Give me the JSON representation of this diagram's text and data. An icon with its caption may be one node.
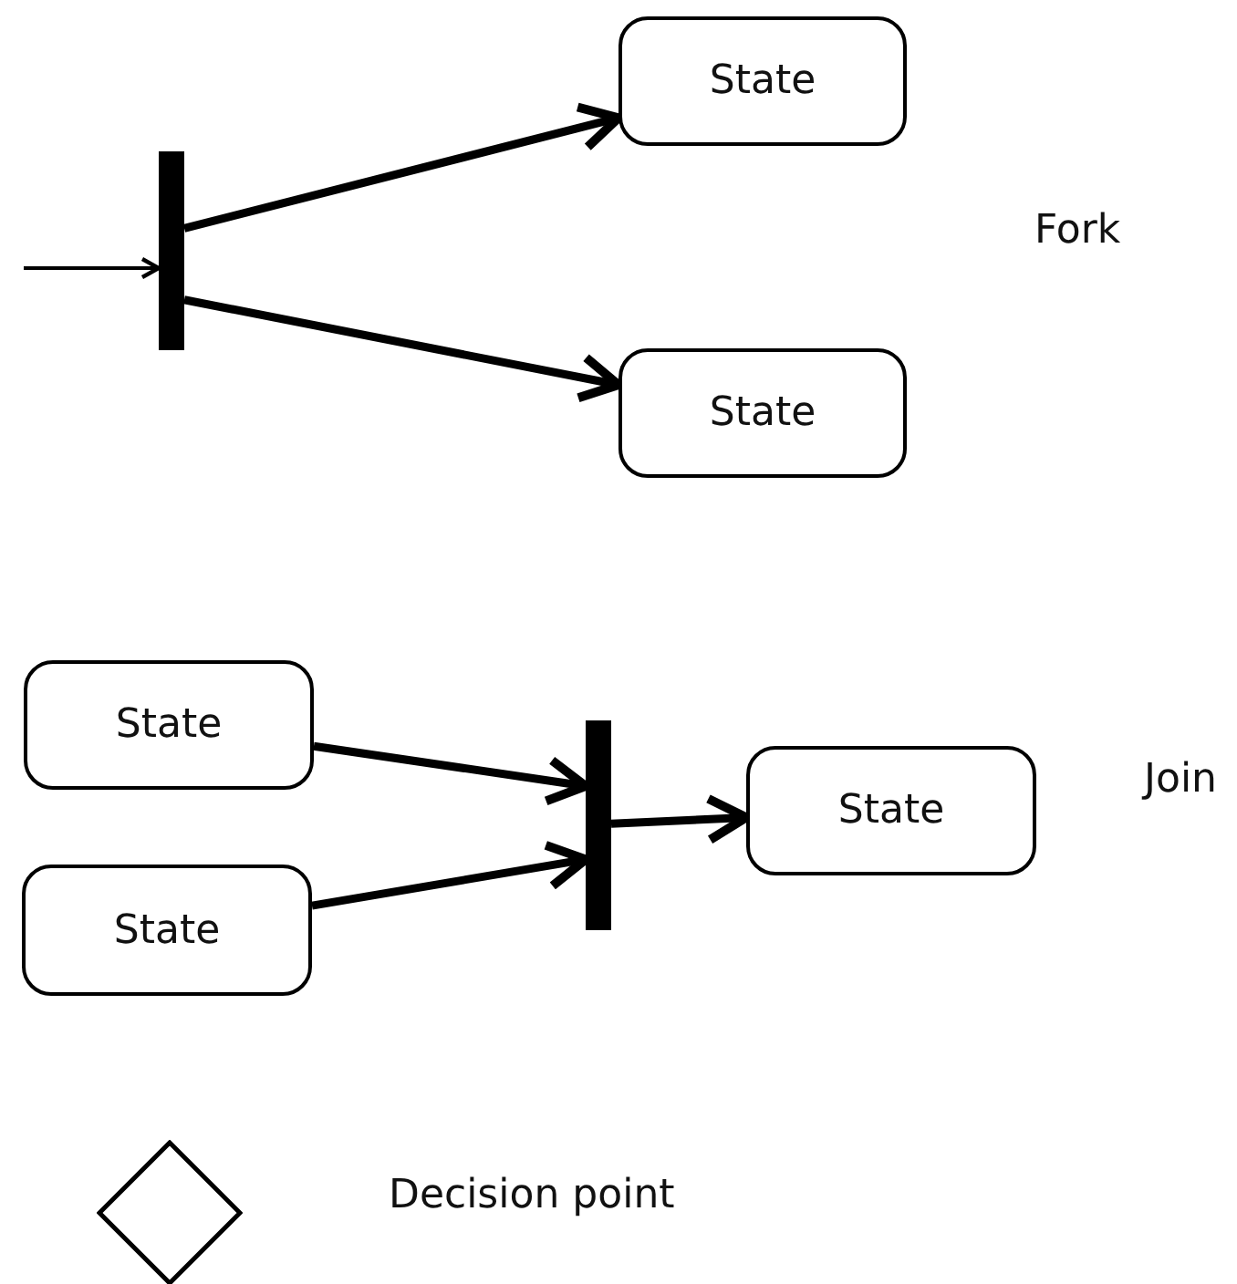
{
  "diagram": {
    "nodes": [
      {
        "text": [],
        "shape": "bar"
      },
      {
        "text": [
          "State"
        ]
      },
      {
        "text": [
          "State"
        ]
      },
      {
        "text": [
          "State"
        ]
      },
      {
        "text": [
          "State"
        ]
      },
      {
        "text": [],
        "shape": "bar"
      },
      {
        "text": [
          "State"
        ]
      },
      {
        "text": [],
        "shape": "diamond",
        "beside": [
          "Decision point"
        ]
      }
    ],
    "edges": [
      {
        "from": null,
        "to": 0,
        "arrow": "to"
      },
      {
        "from": 0,
        "to": 1,
        "arrow": "to"
      },
      {
        "from": 0,
        "to": 2,
        "arrow": "to"
      },
      {
        "from": 3,
        "to": 5,
        "arrow": "to"
      },
      {
        "from": 4,
        "to": 5,
        "arrow": "to"
      },
      {
        "from": 5,
        "to": 6,
        "arrow": "to"
      }
    ],
    "labels": [
      "Fork",
      "Join"
    ]
  }
}
